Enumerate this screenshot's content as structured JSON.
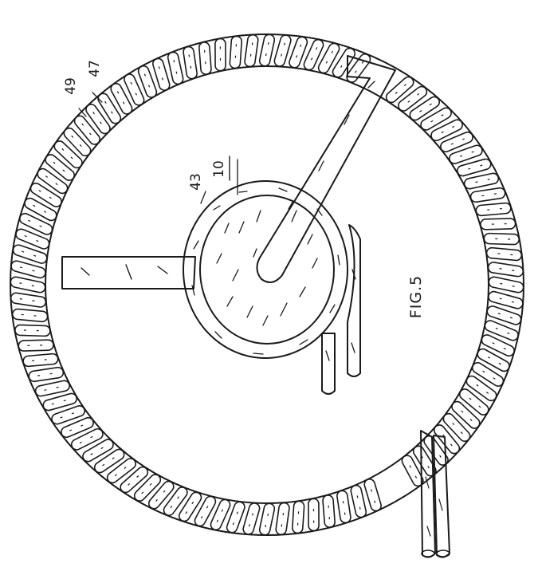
{
  "figure": {
    "caption": "FIG.5",
    "labels": {
      "coil_outer": "49",
      "coil_inner": "47",
      "core_sleeve": "43",
      "core": "10"
    }
  },
  "colors": {
    "ink": "#1a1a1a",
    "paper": "#ffffff"
  }
}
